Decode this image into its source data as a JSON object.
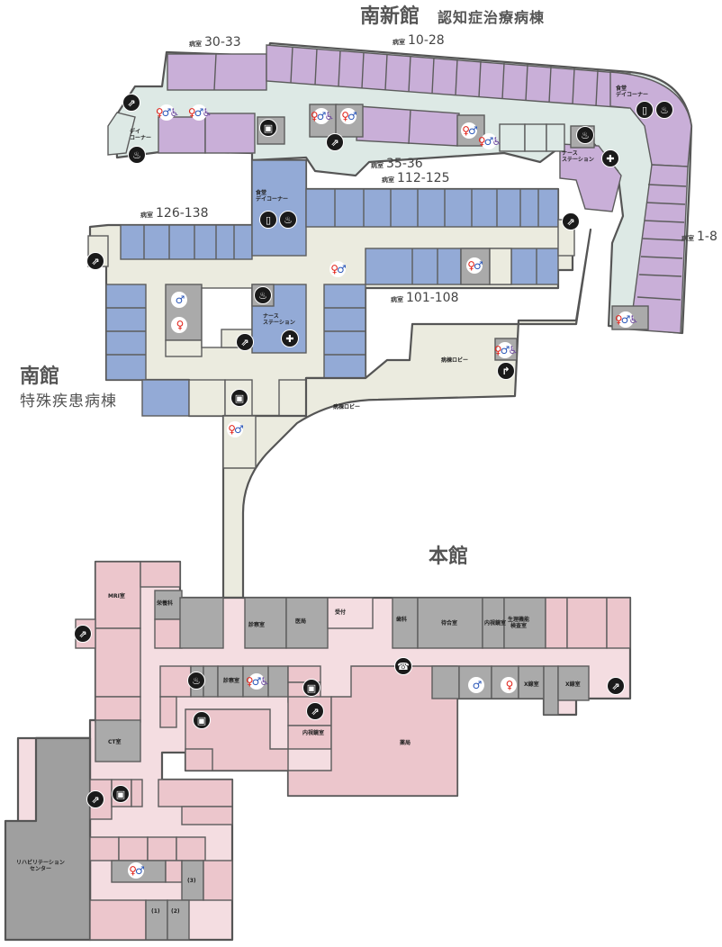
{
  "buildings": {
    "south_new": {
      "name": "南新館",
      "subtitle": "認知症治療病棟",
      "color": "#c9afd8"
    },
    "south": {
      "name": "南館",
      "subtitle": "特殊疾患病棟",
      "color": "#93aad6"
    },
    "main": {
      "name": "本館",
      "color": "#ecc6cc"
    }
  },
  "wards": [
    {
      "prefix": "病室",
      "range": "30-33"
    },
    {
      "prefix": "病室",
      "range": "10-28"
    },
    {
      "prefix": "病室",
      "range": "35-36"
    },
    {
      "prefix": "病室",
      "range": "112-125"
    },
    {
      "prefix": "病室",
      "range": "126-138"
    },
    {
      "prefix": "病室",
      "range": "101-108"
    },
    {
      "prefix": "病室",
      "range": "1-8"
    }
  ],
  "room_labels": {
    "dining_day_corner": "食堂\nデイコーナー",
    "day_corner": "デイ\nコーナー",
    "nurse_station": "ナース\nステーション",
    "lobby": "病棟ロビー",
    "mri": "MRI室",
    "ct": "CT室",
    "rehab_center": "リハビリテーション\nセンター",
    "xray_1": "X線室",
    "xray_2": "X線室",
    "pharmacy": "薬局",
    "physio": "生理機能\n検査室",
    "consult_room": "診察室",
    "waiting": "待合室",
    "reception": "受付",
    "nutrition": "栄養科",
    "endoscopy": "内視鏡室",
    "staff_room": "医局",
    "dental": "歯科",
    "exam_1": "(1)",
    "exam_2": "(2)",
    "exam_3": "(3)"
  },
  "legend_icons": {
    "elevator": "elevator-icon",
    "stairs": "stairs-icon",
    "restroom": "restroom-icon",
    "accessible_restroom": "accessible-restroom-icon",
    "phone": "phone-icon",
    "bath": "bath-icon",
    "drink": "vending-machine-icon",
    "nurse": "nurse-icon"
  },
  "colors": {
    "south_new_room": "#c9afd8",
    "south_new_corridor": "#dde9e5",
    "south_room": "#93aad6",
    "south_corridor": "#ebebdf",
    "main_room": "#ecc6cc",
    "main_corridor": "#f4dde1",
    "service": "#aaaaaa",
    "wall": "#555555",
    "male": "#2a56b8",
    "female": "#e2231a"
  }
}
